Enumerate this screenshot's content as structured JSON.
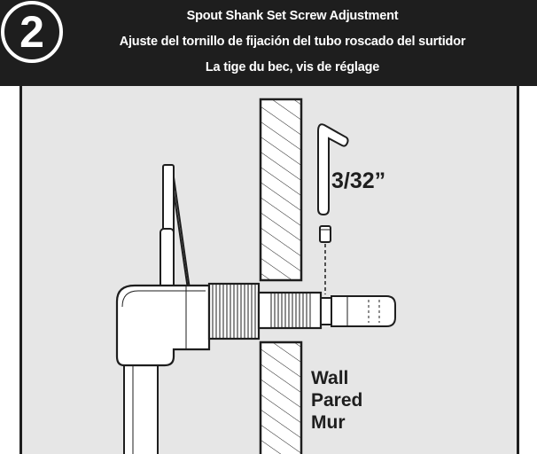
{
  "step": {
    "number": "2"
  },
  "title": {
    "en": "Spout Shank Set Screw Adjustment",
    "es": "Ajuste del tornillo de fijación del tubo roscado del surtidor",
    "fr": "La tige du bec, vis de réglage"
  },
  "labels": {
    "wrench_size": "3/32”",
    "wall_en": "Wall",
    "wall_es": "Pared",
    "wall_fr": "Mur"
  },
  "colors": {
    "header_bg": "#1e1e1e",
    "panel_bg": "#e6e6e6",
    "line": "#1e1e1e"
  }
}
